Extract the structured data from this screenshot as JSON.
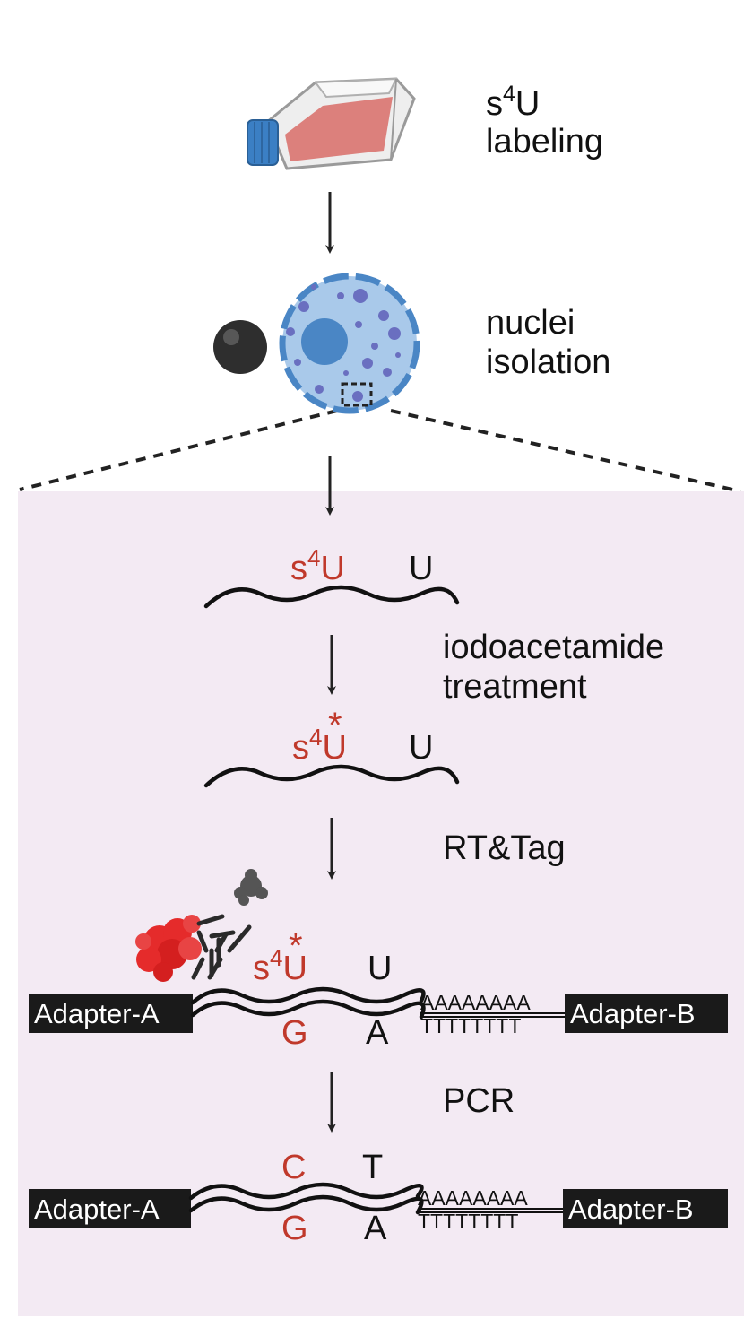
{
  "steps": {
    "labeling": {
      "pre": "s",
      "sup": "4",
      "post": "U",
      "line2": "labeling"
    },
    "nuclei": {
      "line1": "nuclei",
      "line2": "isolation"
    },
    "iodo": {
      "line1": "iodoacetamide",
      "line2": "treatment"
    },
    "rttag": {
      "label": "RT&Tag"
    },
    "pcr": {
      "label": "PCR"
    }
  },
  "rna1": {
    "mod_base": "s",
    "mod_sup": "4",
    "mod_post": "U",
    "plain": "U"
  },
  "rna2": {
    "mod_base": "s",
    "mod_sup": "4",
    "mod_post": "U",
    "star": "*",
    "plain": "U"
  },
  "rt": {
    "mod_base": "s",
    "mod_sup": "4",
    "mod_post": "U",
    "star": "*",
    "plain": "U",
    "bottom_mod": "G",
    "bottom_plain": "A",
    "polyA": "AAAAAAAA",
    "polyT": "TTTTTTTT",
    "adapter_a": "Adapter-A",
    "adapter_b": "Adapter-B"
  },
  "pcr_product": {
    "top_mod": "C",
    "top_plain": "T",
    "bottom_mod": "G",
    "bottom_plain": "A",
    "polyA": "AAAAAAAA",
    "polyT": "TTTTTTTT",
    "adapter_a": "Adapter-A",
    "adapter_b": "Adapter-B"
  },
  "colors": {
    "modified": "#c0392b",
    "panel_bg": "#f3eaf3",
    "nucleus": "#a9c9ea",
    "envelope": "#4a86c5",
    "flask_cap": "#3b7fc4",
    "medium": "#d9736f",
    "antibody_enzyme": "#e52b2b",
    "adapter_bg": "#1a1a1a"
  },
  "icons": [
    "flask-icon",
    "nucleus-icon",
    "bead-icon",
    "zoom-box-icon",
    "antibody-icon",
    "protein-complex-icon"
  ]
}
